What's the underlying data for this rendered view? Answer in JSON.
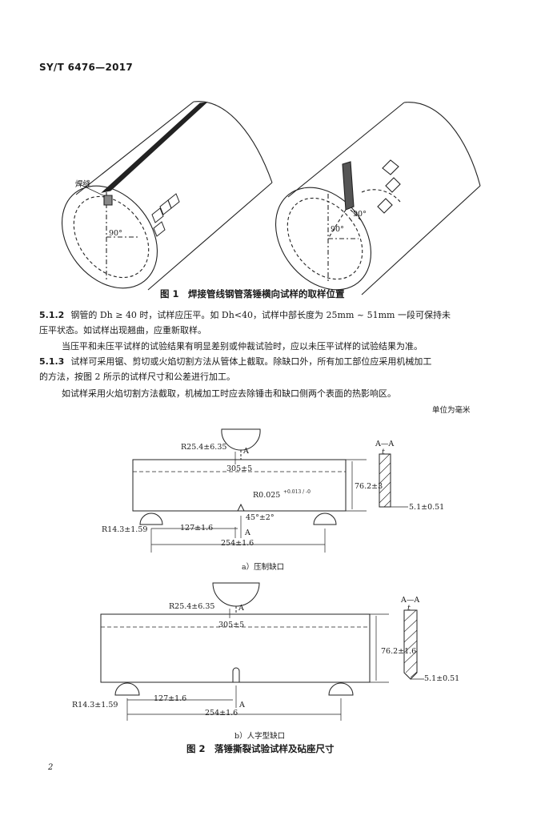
{
  "header": {
    "standard_id": "SY/T 6476—2017"
  },
  "figure1": {
    "caption": "图 1　焊接管线钢管落锤横向试样的取样位置",
    "left_label_weld": "焊缝",
    "angle_label": "90°"
  },
  "paragraphs": [
    {
      "num": "5.1.2",
      "line1": "钢管的 Dh ≥ 40 时，试样应压平。如 Dh<40，试样中部长度为 25mm ~ 51mm 一段可保持未",
      "line2": "压平状态。如试样出现翘曲，应重新取样。"
    },
    {
      "num": "",
      "line1": "当压平和未压平试样的试验结果有明显差别或仲裁试验时，应以未压平试样的试验结果为准。",
      "line2": ""
    },
    {
      "num": "5.1.3",
      "line1": "试样可采用锯、剪切或火焰切割方法从管体上截取。除缺口外，所有加工部位应采用机械加工",
      "line2": "的方法，按图 2 所示的试样尺寸和公差进行加工。"
    },
    {
      "num": "",
      "line1": "如试样采用火焰切割方法截取，机械加工时应去除锤击和缺口侧两个表面的热影响区。",
      "line2": ""
    }
  ],
  "unit_note": "单位为毫米",
  "figure2": {
    "a": {
      "r_striker": "R25.4±6.35",
      "length": "305±5",
      "notch_radius": "R0.025",
      "notch_tol": "+0.013 / -0",
      "height": "76.2±3",
      "angle": "45°±2°",
      "r_support": "R14.3±1.59",
      "half_span": "127±1.6",
      "span": "254±1.6",
      "section_label": "A—A",
      "thickness": "t",
      "notch_depth": "5.1±0.51",
      "cut_mark": "A",
      "subcaption": "a）压制缺口"
    },
    "b": {
      "r_striker": "R25.4±6.35",
      "length": "305±5",
      "height": "76.2±1.6",
      "r_support": "R14.3±1.59",
      "half_span": "127±1.6",
      "span": "254±1.6",
      "section_label": "A—A",
      "thickness": "t",
      "notch_depth": "5.1±0.51",
      "cut_mark": "A",
      "subcaption": "b）人字型缺口"
    },
    "caption": "图 2　落锤撕裂试验试样及砧座尺寸"
  },
  "page_number": "2"
}
